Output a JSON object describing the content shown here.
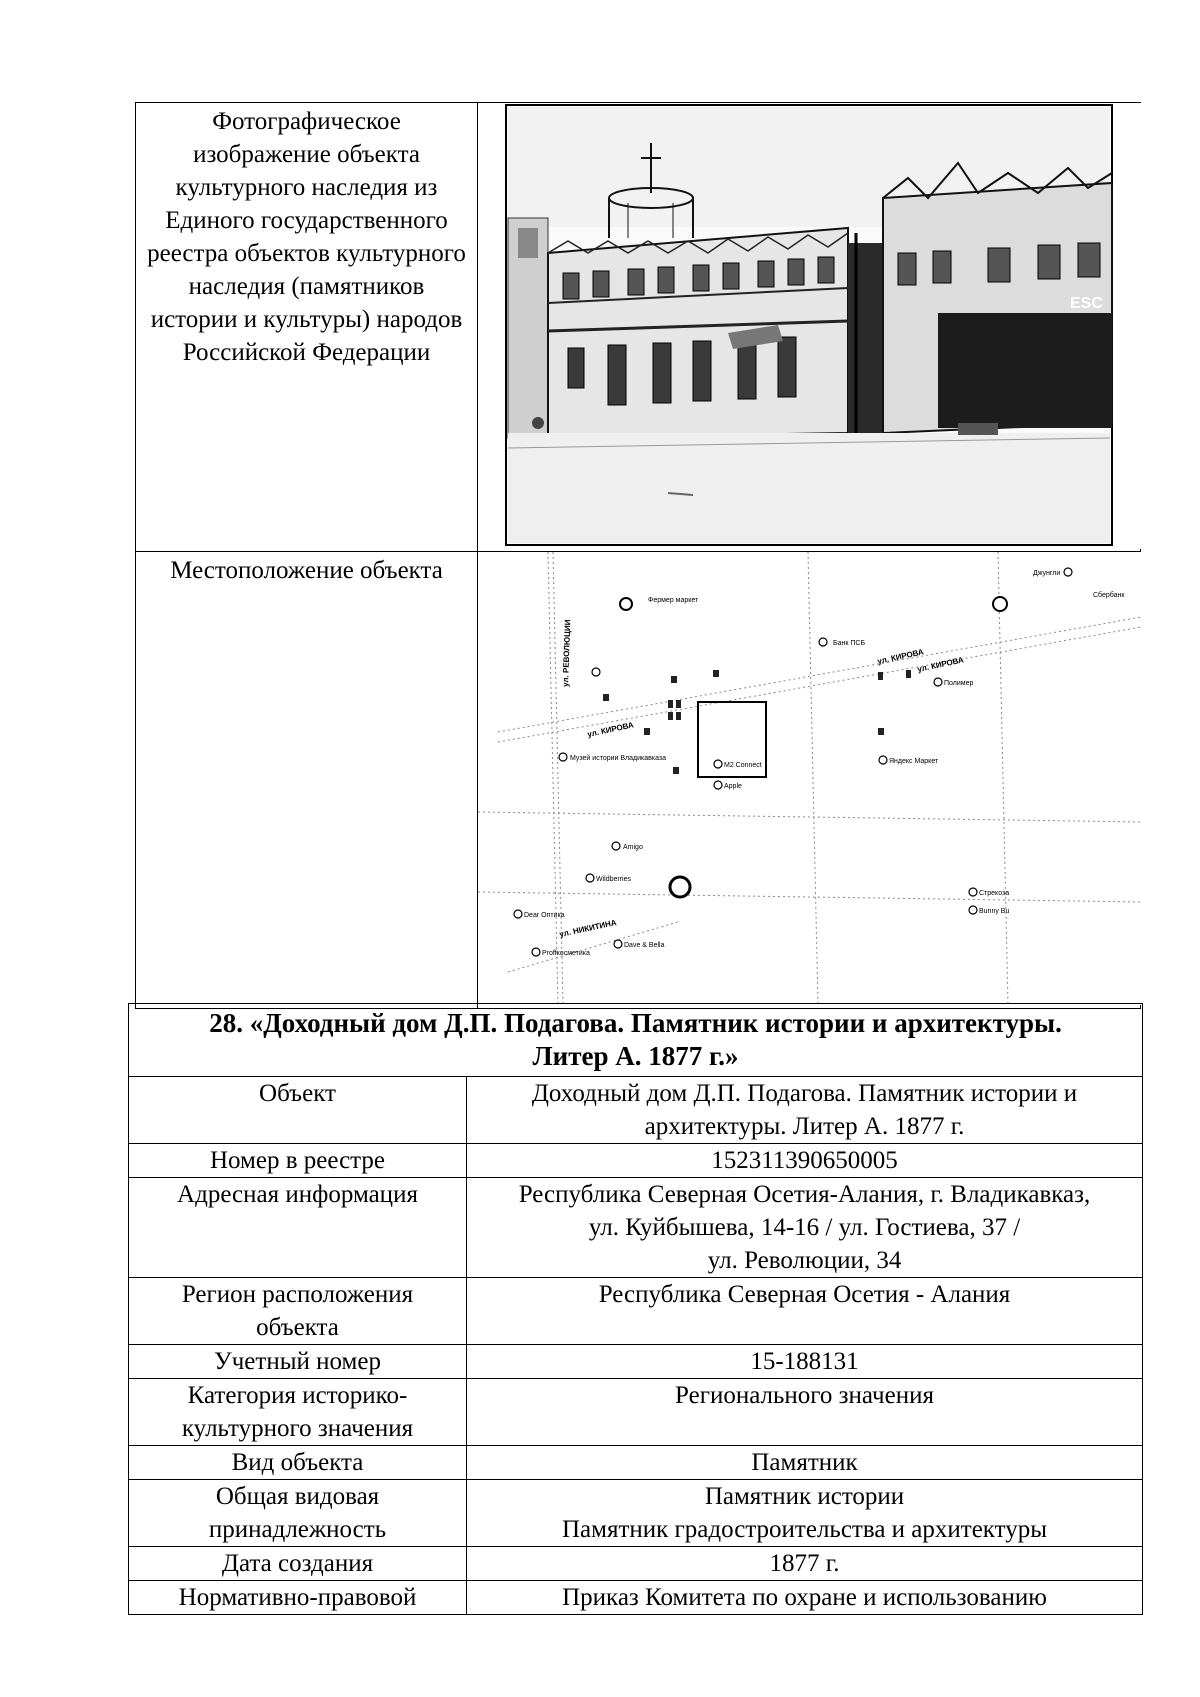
{
  "photo_row": {
    "label": "Фотографическое изображение объекта культурного наследия из Единого государственного реестра объектов культурного наследия (памятников истории и культуры) народов Российской Федерации",
    "sign_text": "ESC"
  },
  "map_row": {
    "label": "Местоположение объекта",
    "map_labels": {
      "farmer": "Фермер маркет",
      "bank": "Банк ПСБ",
      "dzhungli": "Джунгли",
      "sberbank": "Сбербанк",
      "kirova1": "ул. КИРОВА",
      "kirova2": "ул. КИРОВА",
      "kirova3": "ул. КИРОВА",
      "revolutsii": "ул. РЕВОЛЮЦИИ",
      "polimer": "Полимер",
      "museum": "Музей истории Владикавказа",
      "m2": "M2 Connect",
      "apple": "Apple",
      "yandex": "Яндекс Маркет",
      "amigo": "Amigo",
      "wildberries": "Wildberries",
      "dear_optika": "Dear Оптика",
      "nikitina": "ул. НИКИТИНА",
      "dave": "Dave & Bella",
      "proff": "Proffкосметика",
      "strekoza": "Стрекоза",
      "bunny": "Bunny Bu"
    }
  },
  "title": {
    "line1": "28. «Доходный дом Д.П. Подагова. Памятник истории и архитектуры.",
    "line2": "Литер А. 1877 г.»"
  },
  "rows": [
    {
      "label": "Объект",
      "value": [
        "Доходный дом Д.П. Подагова. Памятник истории и",
        "архитектуры. Литер А. 1877 г."
      ]
    },
    {
      "label": "Номер в реестре",
      "value": [
        "152311390650005"
      ]
    },
    {
      "label": "Адресная информация",
      "value": [
        "Республика Северная Осетия-Алания, г. Владикавказ,",
        "ул. Куйбышева, 14-16 / ул. Гостиева, 37 /",
        "ул. Революции, 34"
      ]
    },
    {
      "label": "Регион расположения объекта",
      "value": [
        "Республика Северная Осетия - Алания"
      ]
    },
    {
      "label": "Учетный номер",
      "value": [
        "15-188131"
      ]
    },
    {
      "label": "Категория историко-культурного значения",
      "value": [
        "Регионального значения"
      ]
    },
    {
      "label": "Вид объекта",
      "value": [
        "Памятник"
      ]
    },
    {
      "label": "Общая видовая принадлежность",
      "value": [
        "Памятник истории",
        "Памятник градостроительства и архитектуры"
      ]
    },
    {
      "label": "Дата создания",
      "value": [
        "1877 г."
      ]
    },
    {
      "label": "Нормативно-правовой",
      "value": [
        "Приказ Комитета по охране и использованию"
      ]
    }
  ]
}
